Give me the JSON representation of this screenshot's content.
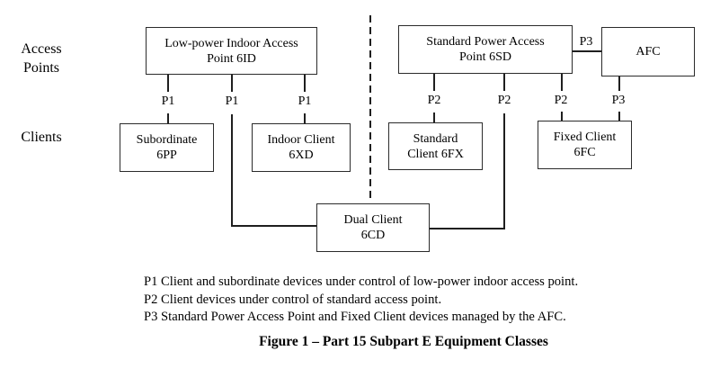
{
  "figure": {
    "row_labels": {
      "access_points": "Access\nPoints",
      "clients": "Clients"
    },
    "nodes": {
      "ap_6id": {
        "label": "Low-power Indoor Access\nPoint 6ID"
      },
      "ap_6sd": {
        "label": "Standard Power Access\nPoint 6SD"
      },
      "afc": {
        "label": "AFC"
      },
      "client_6pp": {
        "label": "Subordinate\n6PP"
      },
      "client_6xd": {
        "label": "Indoor Client\n6XD"
      },
      "client_6fx": {
        "label": "Standard\nClient 6FX"
      },
      "client_6fc": {
        "label": "Fixed Client\n6FC"
      },
      "client_6cd": {
        "label": "Dual Client\n6CD"
      }
    },
    "port_labels": [
      "P1",
      "P1",
      "P1",
      "P2",
      "P2",
      "P2",
      "P3",
      "P3"
    ],
    "notes": [
      "P1 Client and subordinate devices under control of low-power indoor access point.",
      "P2 Client devices under control of standard access point.",
      "P3 Standard Power Access Point and Fixed Client devices managed by the AFC."
    ],
    "caption": "Figure 1 – Part 15 Subpart E Equipment Classes",
    "colors": {
      "line": "#1f1f1f",
      "text": "#000000",
      "background": "#ffffff"
    }
  }
}
